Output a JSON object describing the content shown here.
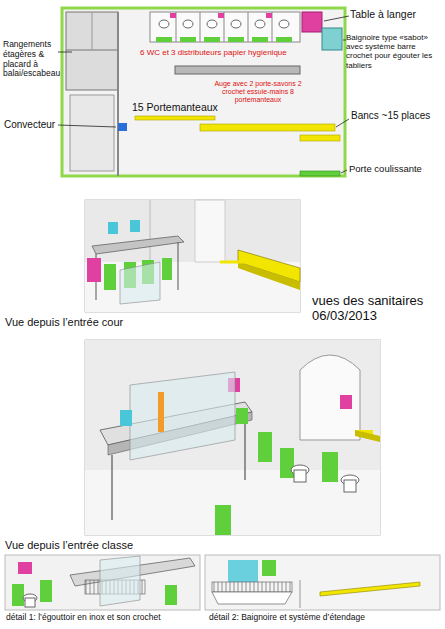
{
  "diagram": {
    "title": "vues des sanitaires 06/03/2013",
    "labels": [
      "Rangements étagères & placard à balai/escabeau",
      "Table à langer",
      "Baignoire type «sabot» avec système barre crochet pour égouter les tabliers",
      "6 WC et 3 distributeurs papier hygienique",
      "Auge avec 2 porte-savons 2 crochet essuie-mains 8 portemanteaux",
      "Bancs ~15 places",
      "Convecteur",
      "15 Portemanteaux",
      "Porte coulissante",
      "Vue depuis l’entrée cour",
      "Vue depuis l’entrée classe",
      "détail 1:  l’égouttoir en inox et son crochet",
      "détail 2: Baignoire et système d’étendage"
    ]
  }
}
